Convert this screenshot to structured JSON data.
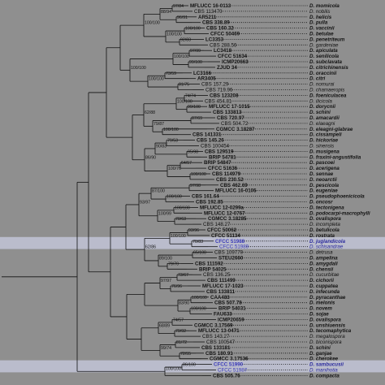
{
  "tips": [
    {
      "strain": "MFLUCC 16-0113",
      "species": "D. momicola",
      "bold": true
    },
    {
      "strain": "CBS 113470",
      "species": "D. nobilis",
      "bold": false
    },
    {
      "strain": "AR5211",
      "species": "D. helicis",
      "bold": true
    },
    {
      "strain": "CBS 338.89",
      "species": "D. pulla",
      "bold": true
    },
    {
      "strain": "CBS 160.32",
      "species": "D. vaccinii",
      "bold": true
    },
    {
      "strain": "CFCC 50469",
      "species": "D. betulae",
      "bold": true
    },
    {
      "strain": "LC3353",
      "species": "D. penetriteum",
      "bold": true
    },
    {
      "strain": "CBS 288.56",
      "species": "D. gardeniae",
      "bold": false
    },
    {
      "strain": "LC3418",
      "species": "D. apiculata",
      "bold": true
    },
    {
      "strain": "CFCC 51634",
      "species": "D. senilicola",
      "bold": true
    },
    {
      "strain": "ICMP20663",
      "species": "D. subclavata",
      "bold": true
    },
    {
      "strain": "ZJUD 34",
      "species": "D. citrichinensis",
      "bold": true
    },
    {
      "strain": "LC3166",
      "species": "D. oraccinii",
      "bold": true
    },
    {
      "strain": "AR3405",
      "species": "D. citri",
      "bold": true
    },
    {
      "strain": "CBS 157.29",
      "species": "D. nomurai",
      "bold": false
    },
    {
      "strain": "CBS 719.96",
      "species": "D. chamaeropis",
      "bold": false
    },
    {
      "strain": "CBS 123208",
      "species": "D. foeniculacea",
      "bold": true
    },
    {
      "strain": "CBS 454.81",
      "species": "D. ilicicola",
      "bold": false
    },
    {
      "strain": "MFLUCC 17-1015",
      "species": "D. dorycnii",
      "bold": true
    },
    {
      "strain": "CBS 133813",
      "species": "D. schini",
      "bold": true
    },
    {
      "strain": "CBS 720.97",
      "species": "D. amacardii",
      "bold": true
    },
    {
      "strain": "CBS 504.72",
      "species": "D. elaeagni",
      "bold": false
    },
    {
      "strain": "CGMCC 3.18287",
      "species": "D. eleagni-glabrae",
      "bold": true
    },
    {
      "strain": "CBS 141331",
      "species": "D. cissampeli",
      "bold": true
    },
    {
      "strain": "CBS 145.26",
      "species": "D. hickoriae",
      "bold": true
    },
    {
      "strain": "CBS 100454",
      "species": "D. sinensis",
      "bold": false
    },
    {
      "strain": "CBS 129519",
      "species": "D. musigena",
      "bold": true
    },
    {
      "strain": "BRIP 54781",
      "species": "D. fraxini-angustifolia",
      "bold": true
    },
    {
      "strain": "BRIP 54847",
      "species": "D. pascoei",
      "bold": true
    },
    {
      "strain": "CFCC 51636",
      "species": "D. acerigena",
      "bold": true
    },
    {
      "strain": "CBS 114979",
      "species": "D. sennae",
      "bold": true
    },
    {
      "strain": "CBS 230.52",
      "species": "D. neoarctii",
      "bold": true
    },
    {
      "strain": "CBS 462.69",
      "species": "D. pescicola",
      "bold": true
    },
    {
      "strain": "MFLUCC 16-0105",
      "species": "D. eugeniae",
      "bold": true
    },
    {
      "strain": "CBS 161.64",
      "species": "D. pseudophoenicicola",
      "bold": true
    },
    {
      "strain": "CBS 192.85",
      "species": "D. oncosr",
      "bold": true
    },
    {
      "strain": "MFLUCC 12-0299a",
      "species": "D. tectonigena",
      "bold": true
    },
    {
      "strain": "MFLUCC 12-0767",
      "species": "D. podocarpi-macrophylli",
      "bold": true
    },
    {
      "strain": "CGMCC 3.18285",
      "species": "D. ovalispora",
      "bold": true
    },
    {
      "strain": "CBS 148.27",
      "species": "D. incompleta",
      "bold": false
    },
    {
      "strain": "CFCC 50062",
      "species": "D. betulicola",
      "bold": true
    },
    {
      "strain": "CFCC 51134",
      "species": "D. rostrata",
      "bold": true
    },
    {
      "strain": "CFCC 51988",
      "species": "D. juglandicola",
      "bold": true,
      "highlight": true
    },
    {
      "strain": "CFCC 51989",
      "species": "D. schisandrae",
      "bold": false,
      "highlight": true
    },
    {
      "strain": "CBS 109770",
      "species": "D. detrusa",
      "bold": false
    },
    {
      "strain": "STEU2660",
      "species": "D. ampelina",
      "bold": true
    },
    {
      "strain": "CBS 111592",
      "species": "D. amygdali",
      "bold": true
    },
    {
      "strain": "BRIP 54025",
      "species": "D. chensii",
      "bold": true
    },
    {
      "strain": "CBS 136.25",
      "species": "D. cucurbitae",
      "bold": false
    },
    {
      "strain": "CBS 111499",
      "species": "D. cichorii",
      "bold": true
    },
    {
      "strain": "MFLUCC 17-1023",
      "species": "D. cuppatea",
      "bold": true
    },
    {
      "strain": "CBS 133811",
      "species": "D. infecunda",
      "bold": true
    },
    {
      "strain": "CAA483",
      "species": "D. pyracanthae",
      "bold": true
    },
    {
      "strain": "CBS 507.78",
      "species": "D. melonis",
      "bold": true
    },
    {
      "strain": "BRIP 54031",
      "species": "D. novem",
      "bold": true
    },
    {
      "strain": "FAU633",
      "species": "D. sojae",
      "bold": true
    },
    {
      "strain": "ICMP20659",
      "species": "D. ovalispora",
      "bold": true
    },
    {
      "strain": "CGMCC 3.17569",
      "species": "D. unshiuensis",
      "bold": true
    },
    {
      "strain": "MFLUCC 13-0471",
      "species": "D. tecomaphytica",
      "bold": true
    },
    {
      "strain": "CBS 143.27",
      "species": "D. megalospora",
      "bold": false
    },
    {
      "strain": "CBS 100547",
      "species": "D. biconispora",
      "bold": false
    },
    {
      "strain": "CBS 133181",
      "species": "D. schini",
      "bold": true
    },
    {
      "strain": "CBS 180.91",
      "species": "D. ganjae",
      "bold": true
    },
    {
      "strain": "CGMCC 3.17536",
      "species": "D. cherokee",
      "bold": true
    },
    {
      "strain": "CFCC 51990",
      "species": "D. sambucusii",
      "bold": true,
      "highlight": true
    },
    {
      "strain": "CFCC 51987",
      "species": "D. manihotia",
      "bold": false,
      "highlight": true
    },
    {
      "strain": "CBS 505.76",
      "species": "D. compacta",
      "bold": true
    }
  ],
  "supports": [
    "97/84",
    "96/91",
    "100/100",
    "92/83",
    "97/99",
    "99/100",
    "73/59",
    "81/75",
    "74/74",
    "99/100",
    "87/69",
    "100/100",
    "79/53",
    "95/98",
    "64/57",
    "100/100",
    "97/98",
    "100/100",
    "100/100",
    "70/63",
    "93/96",
    "70/83",
    "65/100",
    "79/70",
    "73/67",
    "76/96",
    "100/100",
    "100/100",
    "74/57",
    "79/92",
    "81/72",
    "72/55",
    "86/100",
    "88/94",
    "100/100",
    "100/100",
    "100/100",
    "100/100",
    "79/87",
    "90/83",
    "100/76",
    "87/100",
    "100/99",
    "100/100",
    "89/100",
    "97/97",
    "83/90",
    "68/89",
    "99/74",
    "100/100",
    "100/100",
    "100/100",
    "62/88",
    "86/90",
    "93/97",
    "62/86"
  ]
}
